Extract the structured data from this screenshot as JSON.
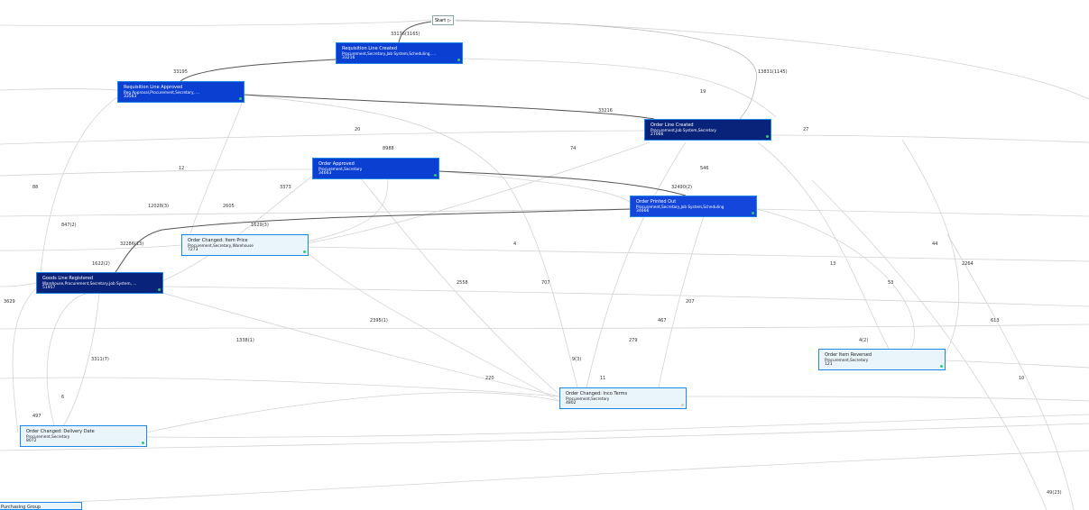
{
  "start": {
    "label": "Start",
    "icon": "play-icon"
  },
  "colors": {
    "dark": "#0a237a",
    "mid": "#0b3fd1",
    "light": "#eaf4fb",
    "border": "#1e88e5",
    "status": "#2ecc71"
  },
  "nodes": {
    "req_created": {
      "title": "Requisition Line Created",
      "roles": "Procurement,Secretary,Job System,Scheduling, ...",
      "count": "33216"
    },
    "req_approved": {
      "title": "Requisition Line Approved",
      "roles": "Req Approval,Procurement,Secretary, ...",
      "count": "33563"
    },
    "order_created": {
      "title": "Order Line Created",
      "roles": "Procurement,Job System,Secretary",
      "count": "27066"
    },
    "order_approved": {
      "title": "Order Approved",
      "roles": "Procurement,Secretary",
      "count": "34663"
    },
    "order_printed": {
      "title": "Order Printed Out",
      "roles": "Procurement,Secretary,Job System,Scheduling",
      "count": "34666"
    },
    "item_price": {
      "title": "Order Changed: Item Price",
      "roles": "Procurement,Secretary,Warehouse",
      "count": "7273"
    },
    "goods_reg": {
      "title": "Goods Line Registered",
      "roles": "Warehouse,Procurement,Secretary,Job System, ...",
      "count": "51957"
    },
    "item_reversed": {
      "title": "Order Item Reversed",
      "roles": "Procurement,Secretary",
      "count": "121"
    },
    "inco_terms": {
      "title": "Order Changed: Inco Terms",
      "roles": "Procurement,Secretary",
      "count": "4802"
    },
    "delivery_date": {
      "title": "Order Changed: Delivery Date",
      "roles": "Procurement,Secretary",
      "count": "8072"
    },
    "purchasing": {
      "title": "Purchasing Group"
    }
  },
  "edge_labels": [
    "33176(1165)",
    "33195",
    "13831(1145)",
    "19",
    "33216",
    "20",
    "8988",
    "74",
    "27",
    "12",
    "546",
    "88",
    "3373",
    "32490(2)",
    "12028(3)",
    "2605",
    "847(2)",
    "1629(3)",
    "32286(13)",
    "4",
    "44",
    "1622(2)",
    "13",
    "2264",
    "2558",
    "707",
    "53",
    "3629",
    "207",
    "2395(1)",
    "467",
    "613",
    "1338(1)",
    "279",
    "4(2)",
    "3311(7)",
    "9(3)",
    "220",
    "11",
    "10",
    "6",
    "497",
    "49(23)"
  ]
}
